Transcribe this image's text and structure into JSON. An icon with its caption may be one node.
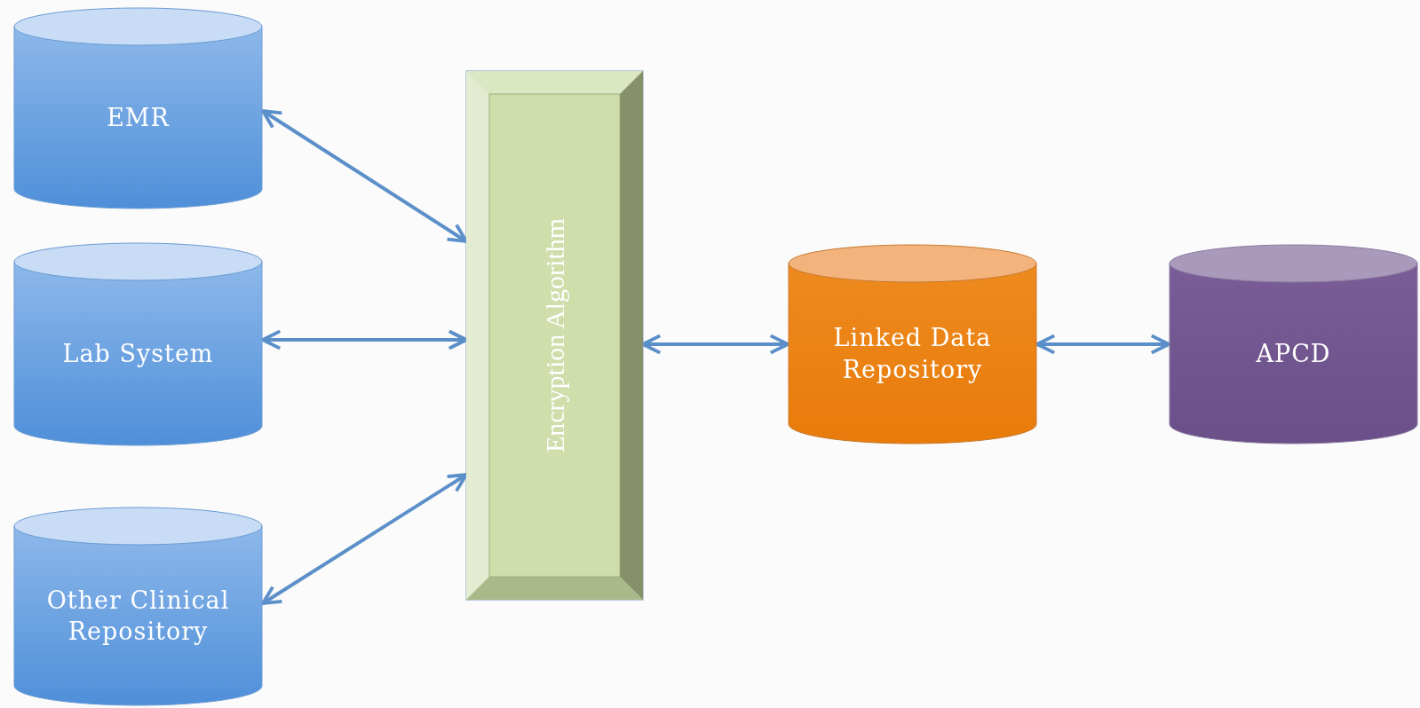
{
  "diagram": {
    "nodes": [
      {
        "text": [
          "EMR"
        ]
      },
      {
        "text": [
          "Lab System"
        ]
      },
      {
        "text": [
          "Other Clinical Repository"
        ]
      },
      {
        "text": [
          "Encryption Algorithm"
        ]
      },
      {
        "text": [
          "Linked Data Repository"
        ]
      },
      {
        "text": [
          "APCD"
        ]
      }
    ],
    "edges": [
      {
        "from": 0,
        "to": 3,
        "arrow": "both"
      },
      {
        "from": 1,
        "to": 3,
        "arrow": "both"
      },
      {
        "from": 2,
        "to": 3,
        "arrow": "both"
      },
      {
        "from": 3,
        "to": 4,
        "arrow": "both"
      },
      {
        "from": 4,
        "to": 5,
        "arrow": "both"
      }
    ]
  }
}
